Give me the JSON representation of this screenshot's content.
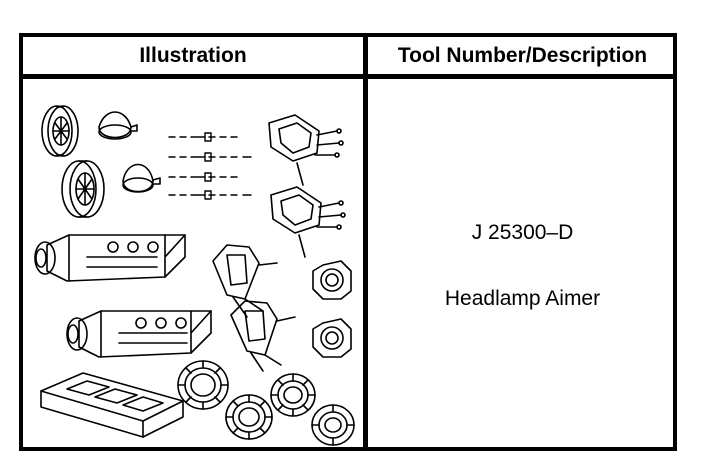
{
  "table": {
    "header_illustration": "Illustration",
    "header_tool": "Tool Number/Description",
    "tool_number": "J 25300–D",
    "tool_description": "Headlamp Aimer"
  },
  "illustration": {
    "subject": "headlamp-aimer-kit-line-drawing"
  }
}
